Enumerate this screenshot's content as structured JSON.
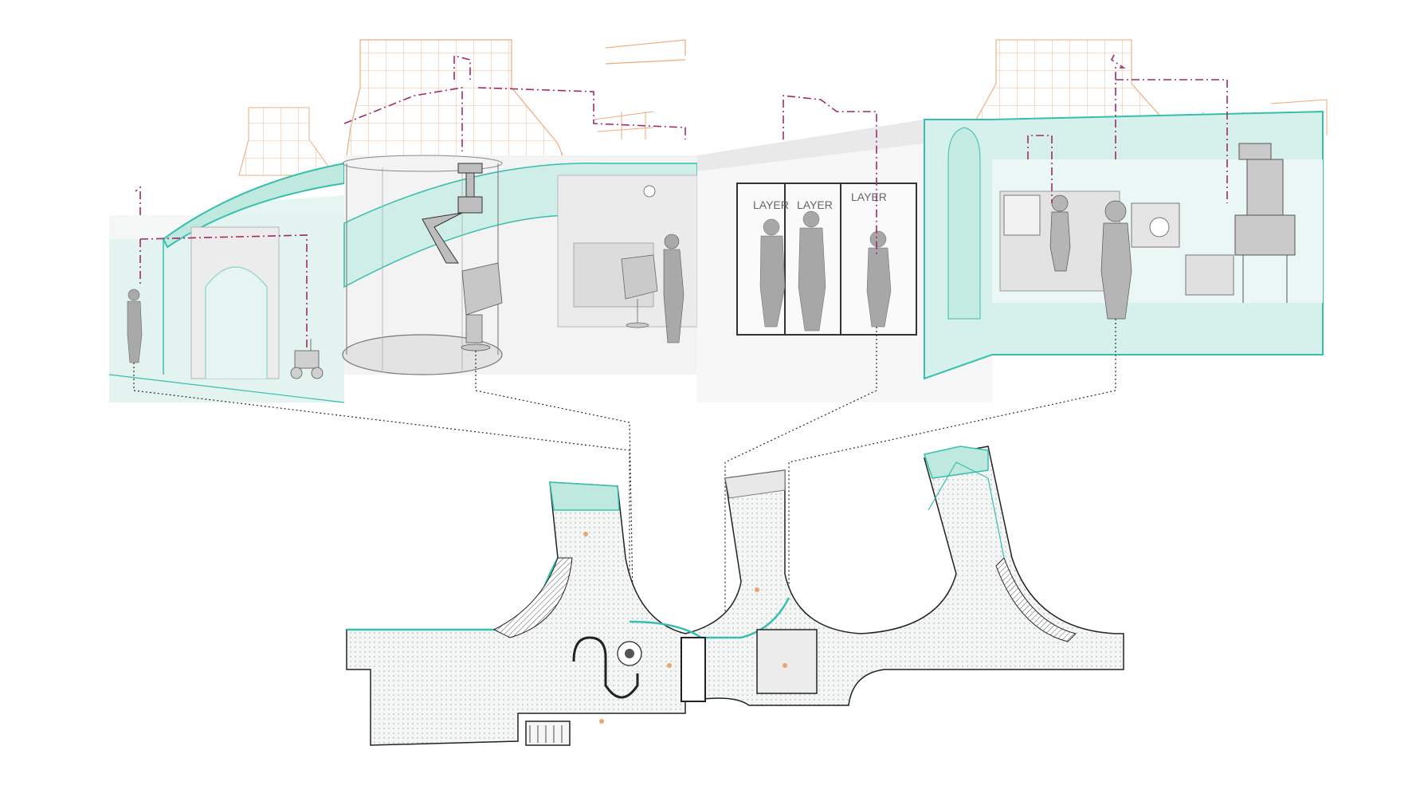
{
  "colors": {
    "background": "#ffffff",
    "glass_teal": "#bfe8df",
    "teal_edge": "#36bfae",
    "orange_wire": "#e99b67",
    "magenta_path": "#a02a6a",
    "leader_line": "#2a2a2a",
    "wall_grey": "#e7e7e7",
    "floor_grey": "#f1f1f1",
    "figure_grey": "#9b9b9b",
    "dark_wall": "#1d1d1d"
  },
  "vignettes": [
    {
      "id": "entrance-arch",
      "figure": "person-with-rover",
      "icons": [
        "arch-icon",
        "rover-icon",
        "person-icon"
      ]
    },
    {
      "id": "robotic-arm-cage",
      "figure": "seated-visitor",
      "icons": [
        "robot-arm-icon",
        "chair-icon",
        "person-icon"
      ]
    },
    {
      "id": "layer-booths",
      "figure": "standing-visitors",
      "icons": [
        "booth-icon",
        "person-icon"
      ]
    },
    {
      "id": "spacesuit-lab",
      "figure": "astronaut",
      "icons": [
        "astronaut-icon",
        "machine-icon",
        "person-icon"
      ]
    }
  ],
  "booth_labels": [
    "LAYER",
    "LAYER",
    "LAYER"
  ],
  "plan": {
    "description_visible": false
  }
}
